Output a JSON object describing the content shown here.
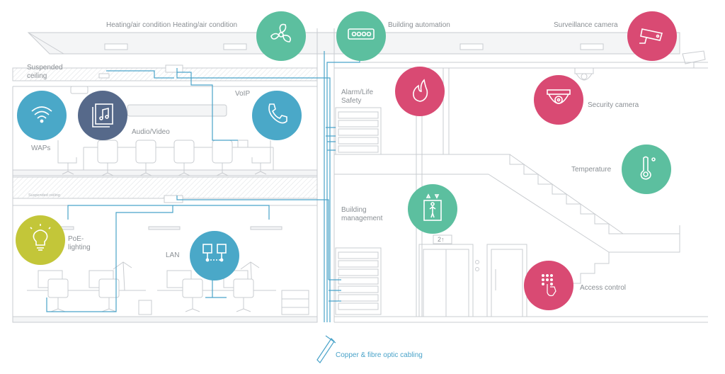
{
  "labels": {
    "heating": "Heating/air condition Heating/air condition",
    "building_automation": "Building automation",
    "surveillance_camera": "Surveillance camera",
    "suspended_ceiling": "Suspended\nceiling",
    "suspended_ceiling_small": "Suspended ceiling",
    "voip": "VoIP",
    "audio_video": "Audio/Video",
    "waps": "WAPs",
    "alarm_life_safety": "Alarm/Life\nSafety",
    "security_camera": "Security camera",
    "temperature": "Temperature",
    "building_management": "Building\nmanagement",
    "poe_lighting": "PoE-\nlighting",
    "lan": "LAN",
    "access_control": "Access control",
    "cabling": "Copper & fibre optic cabling",
    "elevator_floor": "2↑"
  },
  "colors": {
    "teal": "#5cbf9f",
    "pink": "#d94a73",
    "blue": "#4aa8c8",
    "navy": "#56698a",
    "lime": "#c3c639",
    "line": "#c9ccd0",
    "cable": "#4aa3c9"
  },
  "icons": {
    "fan": "fan-icon",
    "server_rack": "server-rack-icon",
    "surveillance_cam": "surveillance-camera-icon",
    "wifi": "wifi-icon",
    "media": "music-media-icon",
    "phone": "phone-icon",
    "fire": "flame-icon",
    "dome_cam": "dome-camera-icon",
    "thermometer": "thermometer-icon",
    "elevator": "elevator-icon",
    "bulb": "lightbulb-icon",
    "network": "network-icon",
    "keypad": "keypad-icon"
  }
}
